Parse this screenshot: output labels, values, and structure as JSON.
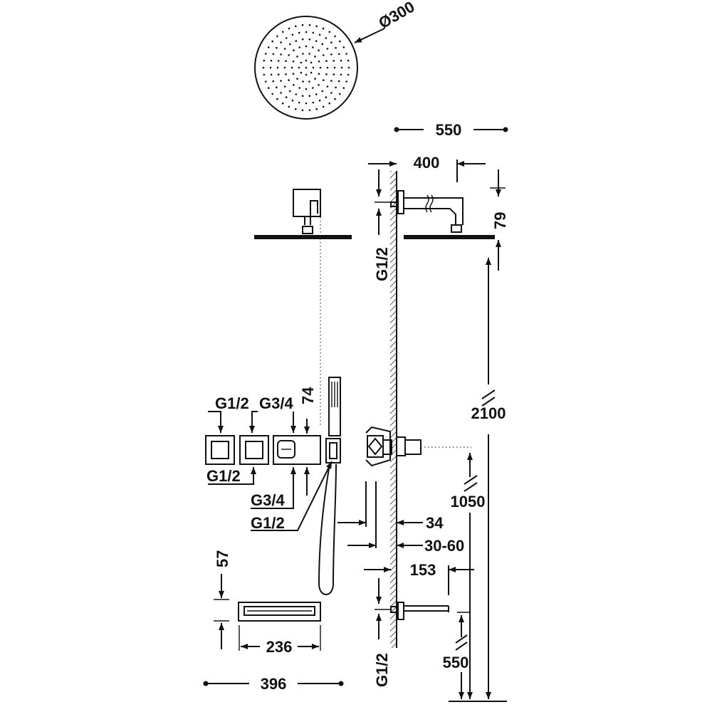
{
  "labels": {
    "head_diameter": "Ø300",
    "arm_total": "550",
    "arm_length": "400",
    "arm_drop": "79",
    "inlet_top": "G1/2",
    "inlet_bottom": "G1/2",
    "height_head": "2100",
    "height_valve": "1050",
    "wall_offset": "34",
    "wall_depth": "30-60",
    "spout_length": "153",
    "height_spout": "550",
    "valve_top_left": "G1/2",
    "valve_top_mid": "G3/4",
    "valve_bottom_left": "G1/2",
    "valve_bottom_mid": "G3/4",
    "valve_hand": "G1/2",
    "valve_height": "74",
    "spout_height": "57",
    "spout_width": "236",
    "valve_total_width": "396"
  },
  "colors": {
    "ink": "#111111",
    "background": "#ffffff"
  }
}
